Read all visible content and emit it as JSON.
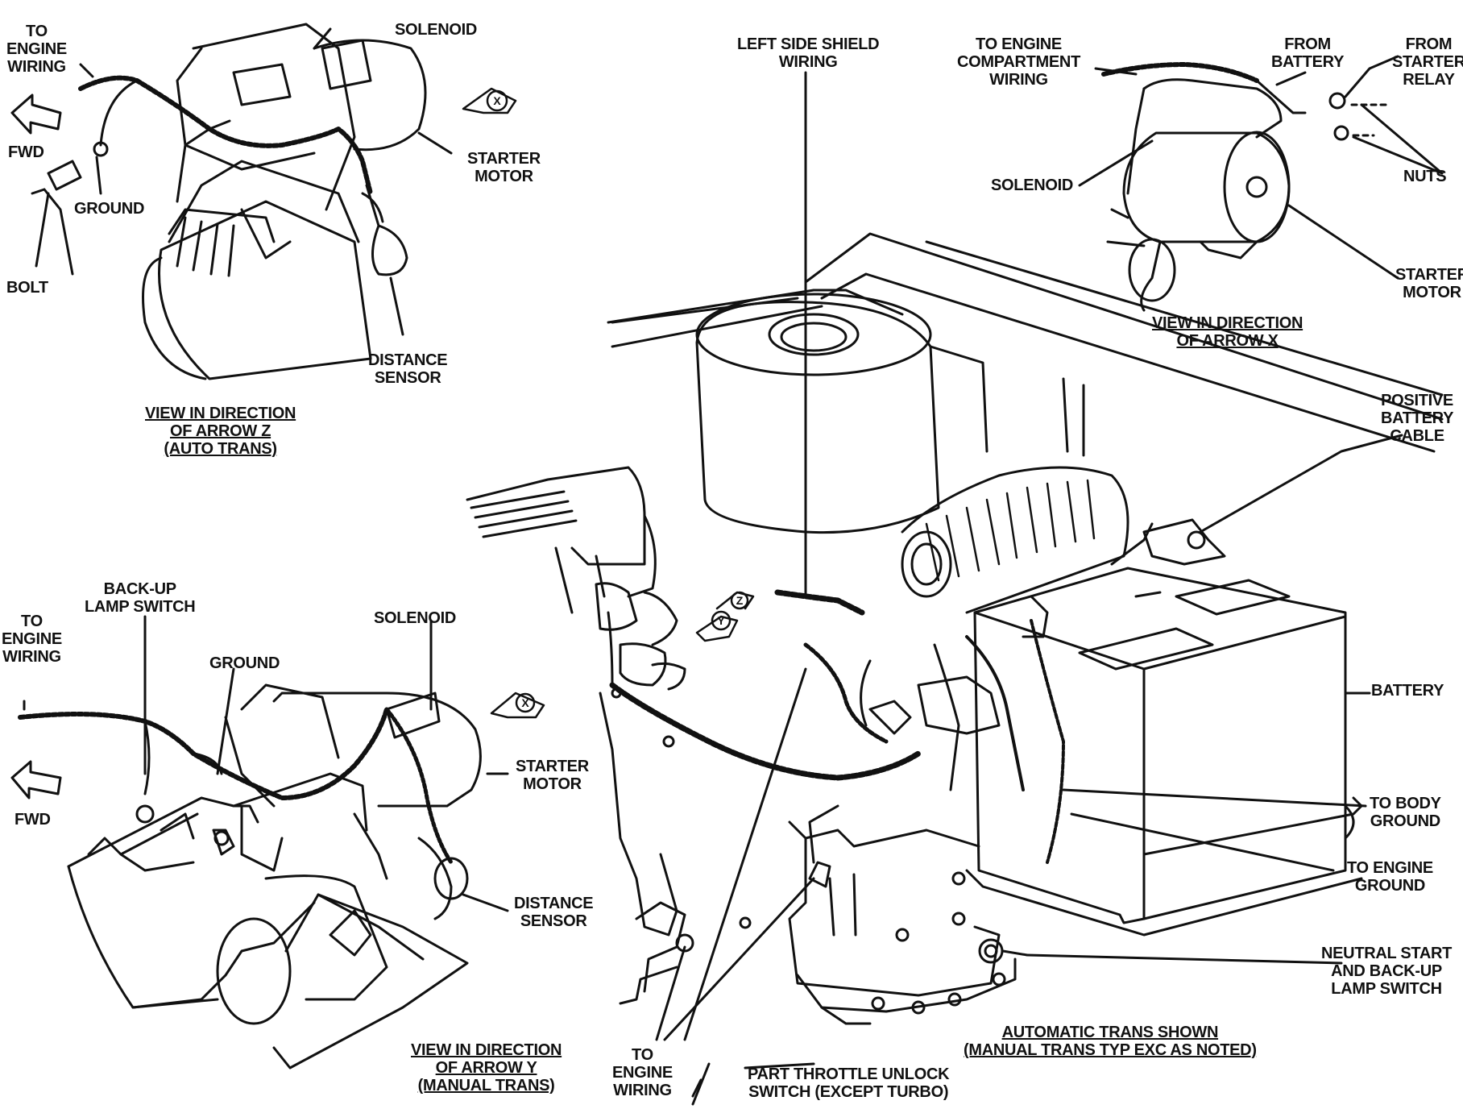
{
  "labels": {
    "z_to_engine_wiring": [
      "TO",
      "ENGINE",
      "WIRING"
    ],
    "z_solenoid": [
      "SOLENOID"
    ],
    "z_fwd": [
      "FWD"
    ],
    "z_ground": [
      "GROUND"
    ],
    "z_bolt": [
      "BOLT"
    ],
    "z_starter_motor": [
      "STARTER",
      "MOTOR"
    ],
    "z_distance_sensor": [
      "DISTANCE",
      "SENSOR"
    ],
    "z_view": [
      "VIEW IN DIRECTION",
      "OF ARROW Z",
      "(AUTO TRANS)"
    ],
    "left_side_shield": [
      "LEFT SIDE SHIELD",
      "WIRING"
    ],
    "x_to_engine_comp": [
      "TO ENGINE",
      "COMPARTMENT",
      "WIRING"
    ],
    "x_from_battery": [
      "FROM",
      "BATTERY"
    ],
    "x_from_starter_relay": [
      "FROM",
      "STARTER",
      "RELAY"
    ],
    "x_nuts": [
      "NUTS"
    ],
    "x_solenoid": [
      "SOLENOID"
    ],
    "x_starter_motor": [
      "STARTER",
      "MOTOR"
    ],
    "x_view": [
      "VIEW IN DIRECTION",
      "OF ARROW X"
    ],
    "positive_cable": [
      "POSITIVE",
      "BATTERY",
      "CABLE"
    ],
    "battery": [
      "BATTERY"
    ],
    "to_body_ground": [
      "TO BODY",
      "GROUND"
    ],
    "to_engine_ground": [
      "TO ENGINE",
      "GROUND"
    ],
    "neutral_start": [
      "NEUTRAL START",
      "AND BACK-UP",
      "LAMP SWITCH"
    ],
    "auto_trans_shown": [
      "AUTOMATIC TRANS SHOWN",
      "(MANUAL TRANS TYP EXC AS NOTED)"
    ],
    "part_throttle": [
      "PART THROTTLE UNLOCK",
      "SWITCH (EXCEPT TURBO)"
    ],
    "to_engine_wiring_bottom": [
      "TO",
      "ENGINE",
      "WIRING"
    ],
    "y_backup_lamp": [
      "BACK-UP",
      "LAMP SWITCH"
    ],
    "y_to_engine_wiring": [
      "TO",
      "ENGINE",
      "WIRING"
    ],
    "y_solenoid": [
      "SOLENOID"
    ],
    "y_ground": [
      "GROUND"
    ],
    "y_starter_motor": [
      "STARTER",
      "MOTOR"
    ],
    "y_fwd": [
      "FWD"
    ],
    "y_distance_sensor": [
      "DISTANCE",
      "SENSOR"
    ],
    "y_view": [
      "VIEW IN DIRECTION",
      "OF ARROW Y",
      "(MANUAL TRANS)"
    ]
  },
  "arrow_letters": {
    "x_top": "X",
    "x_bottom": "X",
    "y_main": "Y",
    "z_main": "Z"
  }
}
